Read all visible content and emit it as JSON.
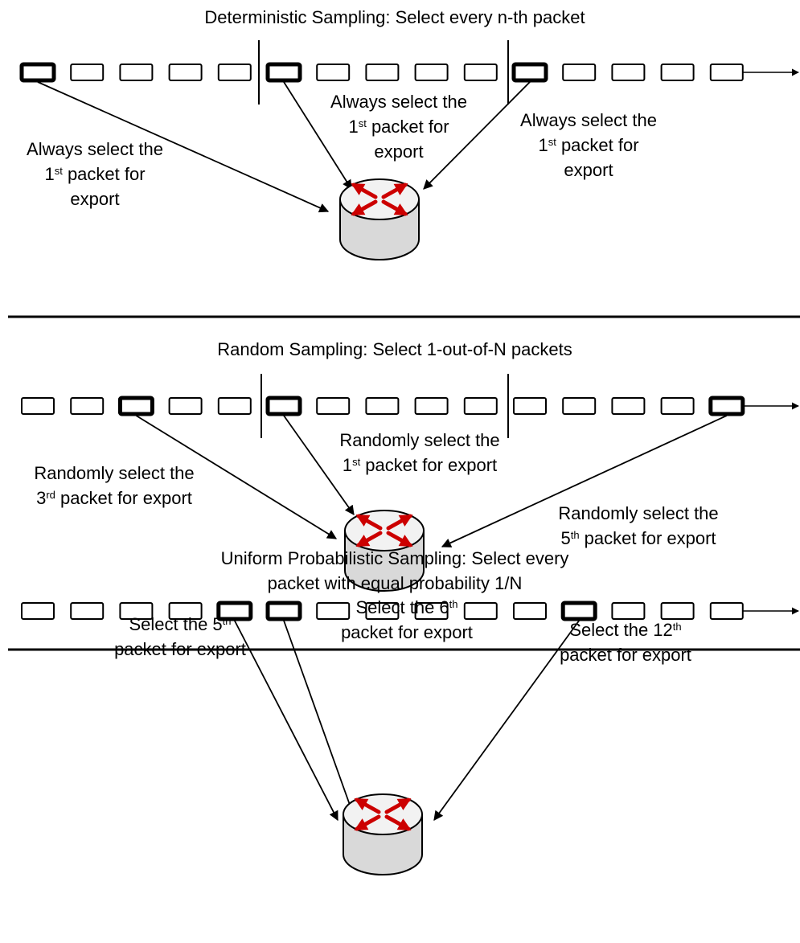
{
  "colors": {
    "arrow": "#cc0000",
    "router_top": "#f2f2f2",
    "router_body": "#d9d9d9",
    "stroke": "#000000"
  },
  "sections": [
    {
      "title_lines": [
        "Deterministic Sampling: Select every n-th packet"
      ],
      "selected_packets": [
        1,
        6,
        11
      ],
      "separators_after": [
        5,
        10
      ],
      "annotations": [
        {
          "lines": [
            [
              {
                "t": "Always select the"
              }
            ],
            [
              {
                "t": "1"
              },
              {
                "t": "st",
                "sup": true
              },
              {
                "t": " packet for"
              }
            ],
            [
              {
                "t": "export"
              }
            ]
          ]
        },
        {
          "lines": [
            [
              {
                "t": "Always select the"
              }
            ],
            [
              {
                "t": "1"
              },
              {
                "t": "st",
                "sup": true
              },
              {
                "t": " packet for"
              }
            ],
            [
              {
                "t": "export"
              }
            ]
          ]
        },
        {
          "lines": [
            [
              {
                "t": "Always select the"
              }
            ],
            [
              {
                "t": "1"
              },
              {
                "t": "st",
                "sup": true
              },
              {
                "t": " packet for"
              }
            ],
            [
              {
                "t": "export"
              }
            ]
          ]
        }
      ]
    },
    {
      "title_lines": [
        "Random Sampling: Select 1-out-of-N packets"
      ],
      "selected_packets": [
        3,
        6,
        15
      ],
      "separators_after": [
        5,
        10
      ],
      "annotations": [
        {
          "lines": [
            [
              {
                "t": "Randomly select the"
              }
            ],
            [
              {
                "t": "3"
              },
              {
                "t": "rd",
                "sup": true
              },
              {
                "t": " packet for export"
              }
            ]
          ]
        },
        {
          "lines": [
            [
              {
                "t": "Randomly select the"
              }
            ],
            [
              {
                "t": "1"
              },
              {
                "t": "st",
                "sup": true
              },
              {
                "t": " packet for export"
              }
            ]
          ]
        },
        {
          "lines": [
            [
              {
                "t": "Randomly select the"
              }
            ],
            [
              {
                "t": "5"
              },
              {
                "t": "th",
                "sup": true
              },
              {
                "t": " packet for export"
              }
            ]
          ]
        }
      ]
    },
    {
      "title_lines": [
        "Uniform Probabilistic Sampling: Select every",
        "packet with equal probability 1/N"
      ],
      "selected_packets": [
        5,
        6,
        12
      ],
      "separators_after": [],
      "annotations": [
        {
          "lines": [
            [
              {
                "t": "Select the 5"
              },
              {
                "t": "th",
                "sup": true
              }
            ],
            [
              {
                "t": "packet for export"
              }
            ]
          ]
        },
        {
          "lines": [
            [
              {
                "t": "Select the 6"
              },
              {
                "t": "th",
                "sup": true
              }
            ],
            [
              {
                "t": "packet for export"
              }
            ]
          ]
        },
        {
          "lines": [
            [
              {
                "t": "Select the 12"
              },
              {
                "t": "th",
                "sup": true
              }
            ],
            [
              {
                "t": "packet for export"
              }
            ]
          ]
        }
      ]
    }
  ]
}
